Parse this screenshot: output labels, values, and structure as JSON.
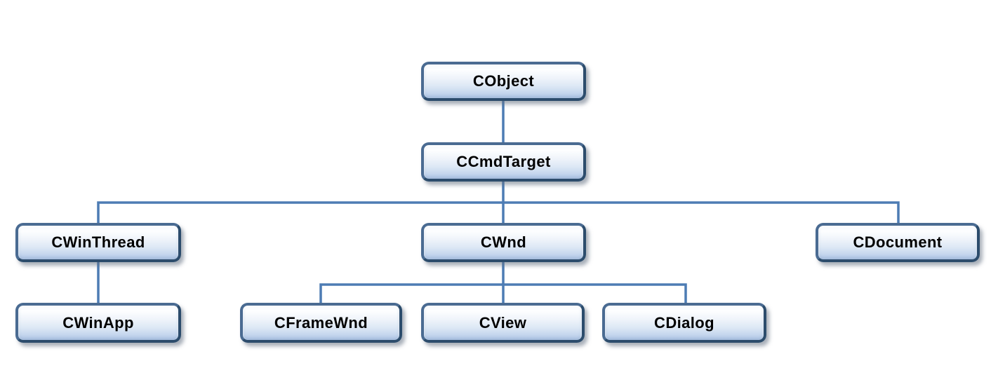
{
  "diagram": {
    "description": "MFC class inheritance hierarchy",
    "nodes": [
      {
        "id": "cobject",
        "label": "CObject",
        "parent": null
      },
      {
        "id": "ccmdtarget",
        "label": "CCmdTarget",
        "parent": "CObject"
      },
      {
        "id": "cwinthread",
        "label": "CWinThread",
        "parent": "CCmdTarget"
      },
      {
        "id": "cwnd",
        "label": "CWnd",
        "parent": "CCmdTarget"
      },
      {
        "id": "cdocument",
        "label": "CDocument",
        "parent": "CCmdTarget"
      },
      {
        "id": "cwinapp",
        "label": "CWinApp",
        "parent": "CWinThread"
      },
      {
        "id": "cframewnd",
        "label": "CFrameWnd",
        "parent": "CWnd"
      },
      {
        "id": "cview",
        "label": "CView",
        "parent": "CWnd"
      },
      {
        "id": "cdialog",
        "label": "CDialog",
        "parent": "CWnd"
      }
    ],
    "edges": [
      {
        "from": "CObject",
        "to": "CCmdTarget"
      },
      {
        "from": "CCmdTarget",
        "to": "CWinThread"
      },
      {
        "from": "CCmdTarget",
        "to": "CWnd"
      },
      {
        "from": "CCmdTarget",
        "to": "CDocument"
      },
      {
        "from": "CWinThread",
        "to": "CWinApp"
      },
      {
        "from": "CWnd",
        "to": "CFrameWnd"
      },
      {
        "from": "CWnd",
        "to": "CView"
      },
      {
        "from": "CWnd",
        "to": "CDialog"
      }
    ],
    "colors": {
      "background": "#ffffff",
      "node_border": "#2c4c6c",
      "node_border_light": "#4a6b92",
      "connector": "#4d7cb4",
      "text": "#000000"
    }
  }
}
